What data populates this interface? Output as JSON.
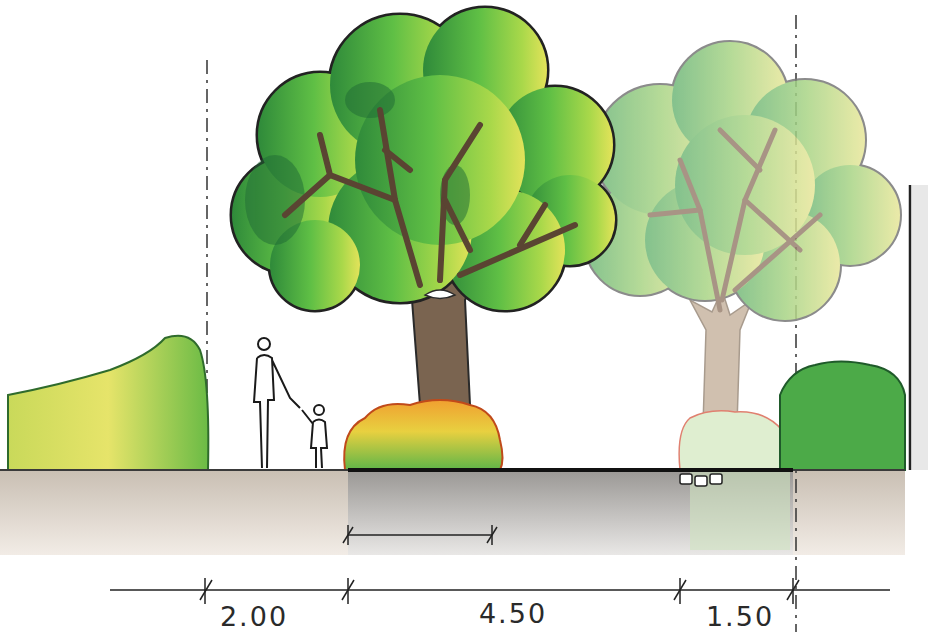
{
  "diagram": {
    "labels": [
      "2.00",
      "4.50",
      "1.50"
    ]
  }
}
